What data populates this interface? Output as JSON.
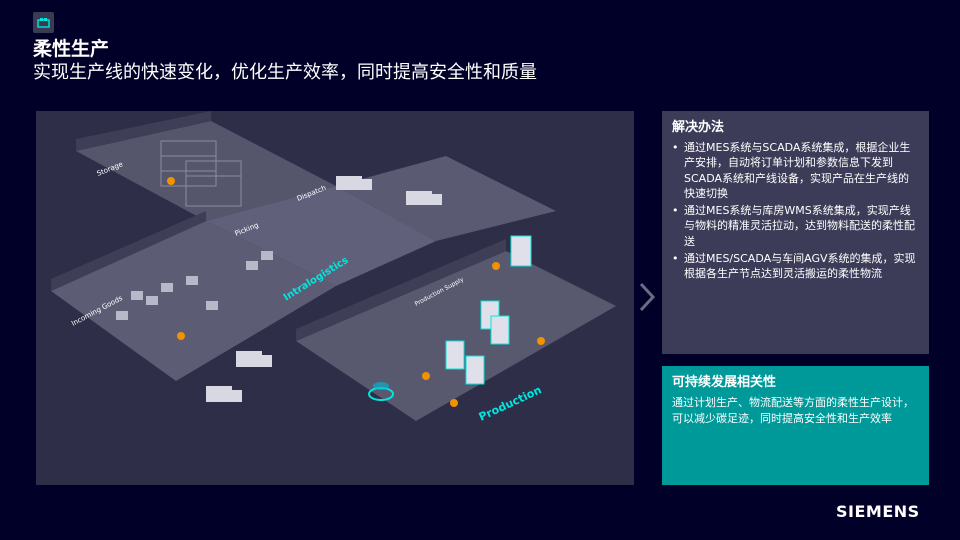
{
  "header": {
    "title": "柔性生产",
    "subtitle": "实现生产线的快速变化，优化生产效率，同时提高安全性和质量"
  },
  "factory_map": {
    "labels": {
      "storage": "Storage",
      "picking": "Picking",
      "dispatch": "Dispatch",
      "incoming_goods": "Incoming Goods",
      "intralogistics": "Intralogistics",
      "production_supply": "Production Supply",
      "production": "Production"
    }
  },
  "solution": {
    "title": "解决办法",
    "items": [
      "通过MES系统与SCADA系统集成，根据企业生产安排，自动将订单计划和参数信息下发到SCADA系统和产线设备，实现产品在生产线的快速切换",
      "通过MES系统与库房WMS系统集成，实现产线与物料的精准灵活拉动，达到物料配送的柔性配送",
      "通过MES/SCADA与车间AGV系统的集成，实现根据各生产节点达到灵活搬运的柔性物流"
    ]
  },
  "sustainability": {
    "title": "可持续发展相关性",
    "text": "通过计划生产、物流配送等方面的柔性生产设计，可以减少碳足迹，同时提高安全性和生产效率"
  },
  "brand": {
    "name": "SIEMENS"
  },
  "colors": {
    "background": "#000028",
    "solution_panel": "#3c3c58",
    "sustain_panel": "#009999",
    "accent_teal": "#00e6dc",
    "robot_orange": "#f39200"
  }
}
